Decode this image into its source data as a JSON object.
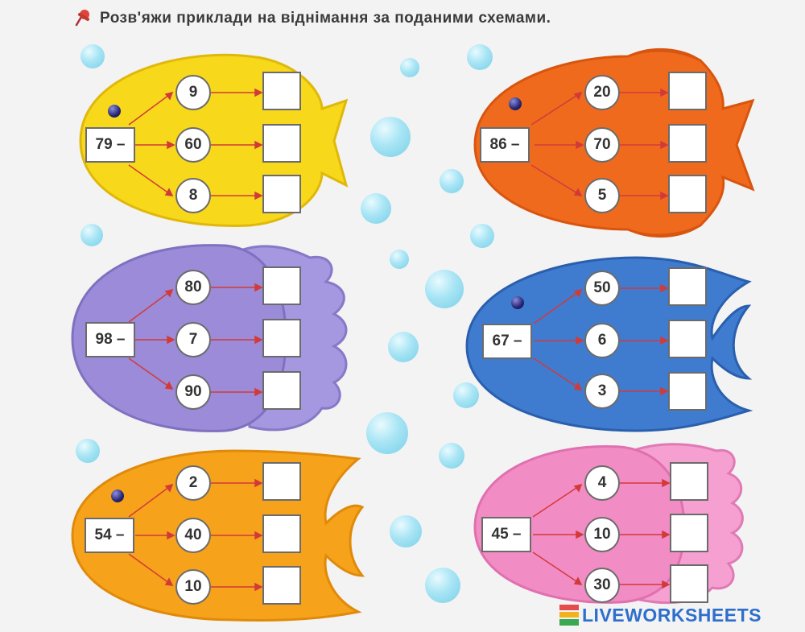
{
  "instruction": "Розв'яжи приклади на віднімання за поданими схемами.",
  "brand": "LIVEWORKSHEETS",
  "fish": [
    {
      "id": "fish-yellow",
      "color": "#f7d81b",
      "minuend": "79 –",
      "subtrahends": [
        "9",
        "60",
        "8"
      ],
      "answers": [
        "",
        "",
        ""
      ]
    },
    {
      "id": "fish-orange-red",
      "color": "#f06a1e",
      "minuend": "86 –",
      "subtrahends": [
        "20",
        "70",
        "5"
      ],
      "answers": [
        "",
        "",
        ""
      ]
    },
    {
      "id": "fish-purple",
      "color": "#9b8bd8",
      "minuend": "98 –",
      "subtrahends": [
        "80",
        "7",
        "90"
      ],
      "answers": [
        "",
        "",
        ""
      ]
    },
    {
      "id": "fish-blue",
      "color": "#3f7cd0",
      "minuend": "67 –",
      "subtrahends": [
        "50",
        "6",
        "3"
      ],
      "answers": [
        "",
        "",
        ""
      ]
    },
    {
      "id": "fish-orange",
      "color": "#f7a21b",
      "minuend": "54 –",
      "subtrahends": [
        "2",
        "40",
        "10"
      ],
      "answers": [
        "",
        "",
        ""
      ]
    },
    {
      "id": "fish-pink",
      "color": "#f28cc4",
      "minuend": "45 –",
      "subtrahends": [
        "4",
        "10",
        "30"
      ],
      "answers": [
        "",
        "",
        ""
      ]
    }
  ]
}
